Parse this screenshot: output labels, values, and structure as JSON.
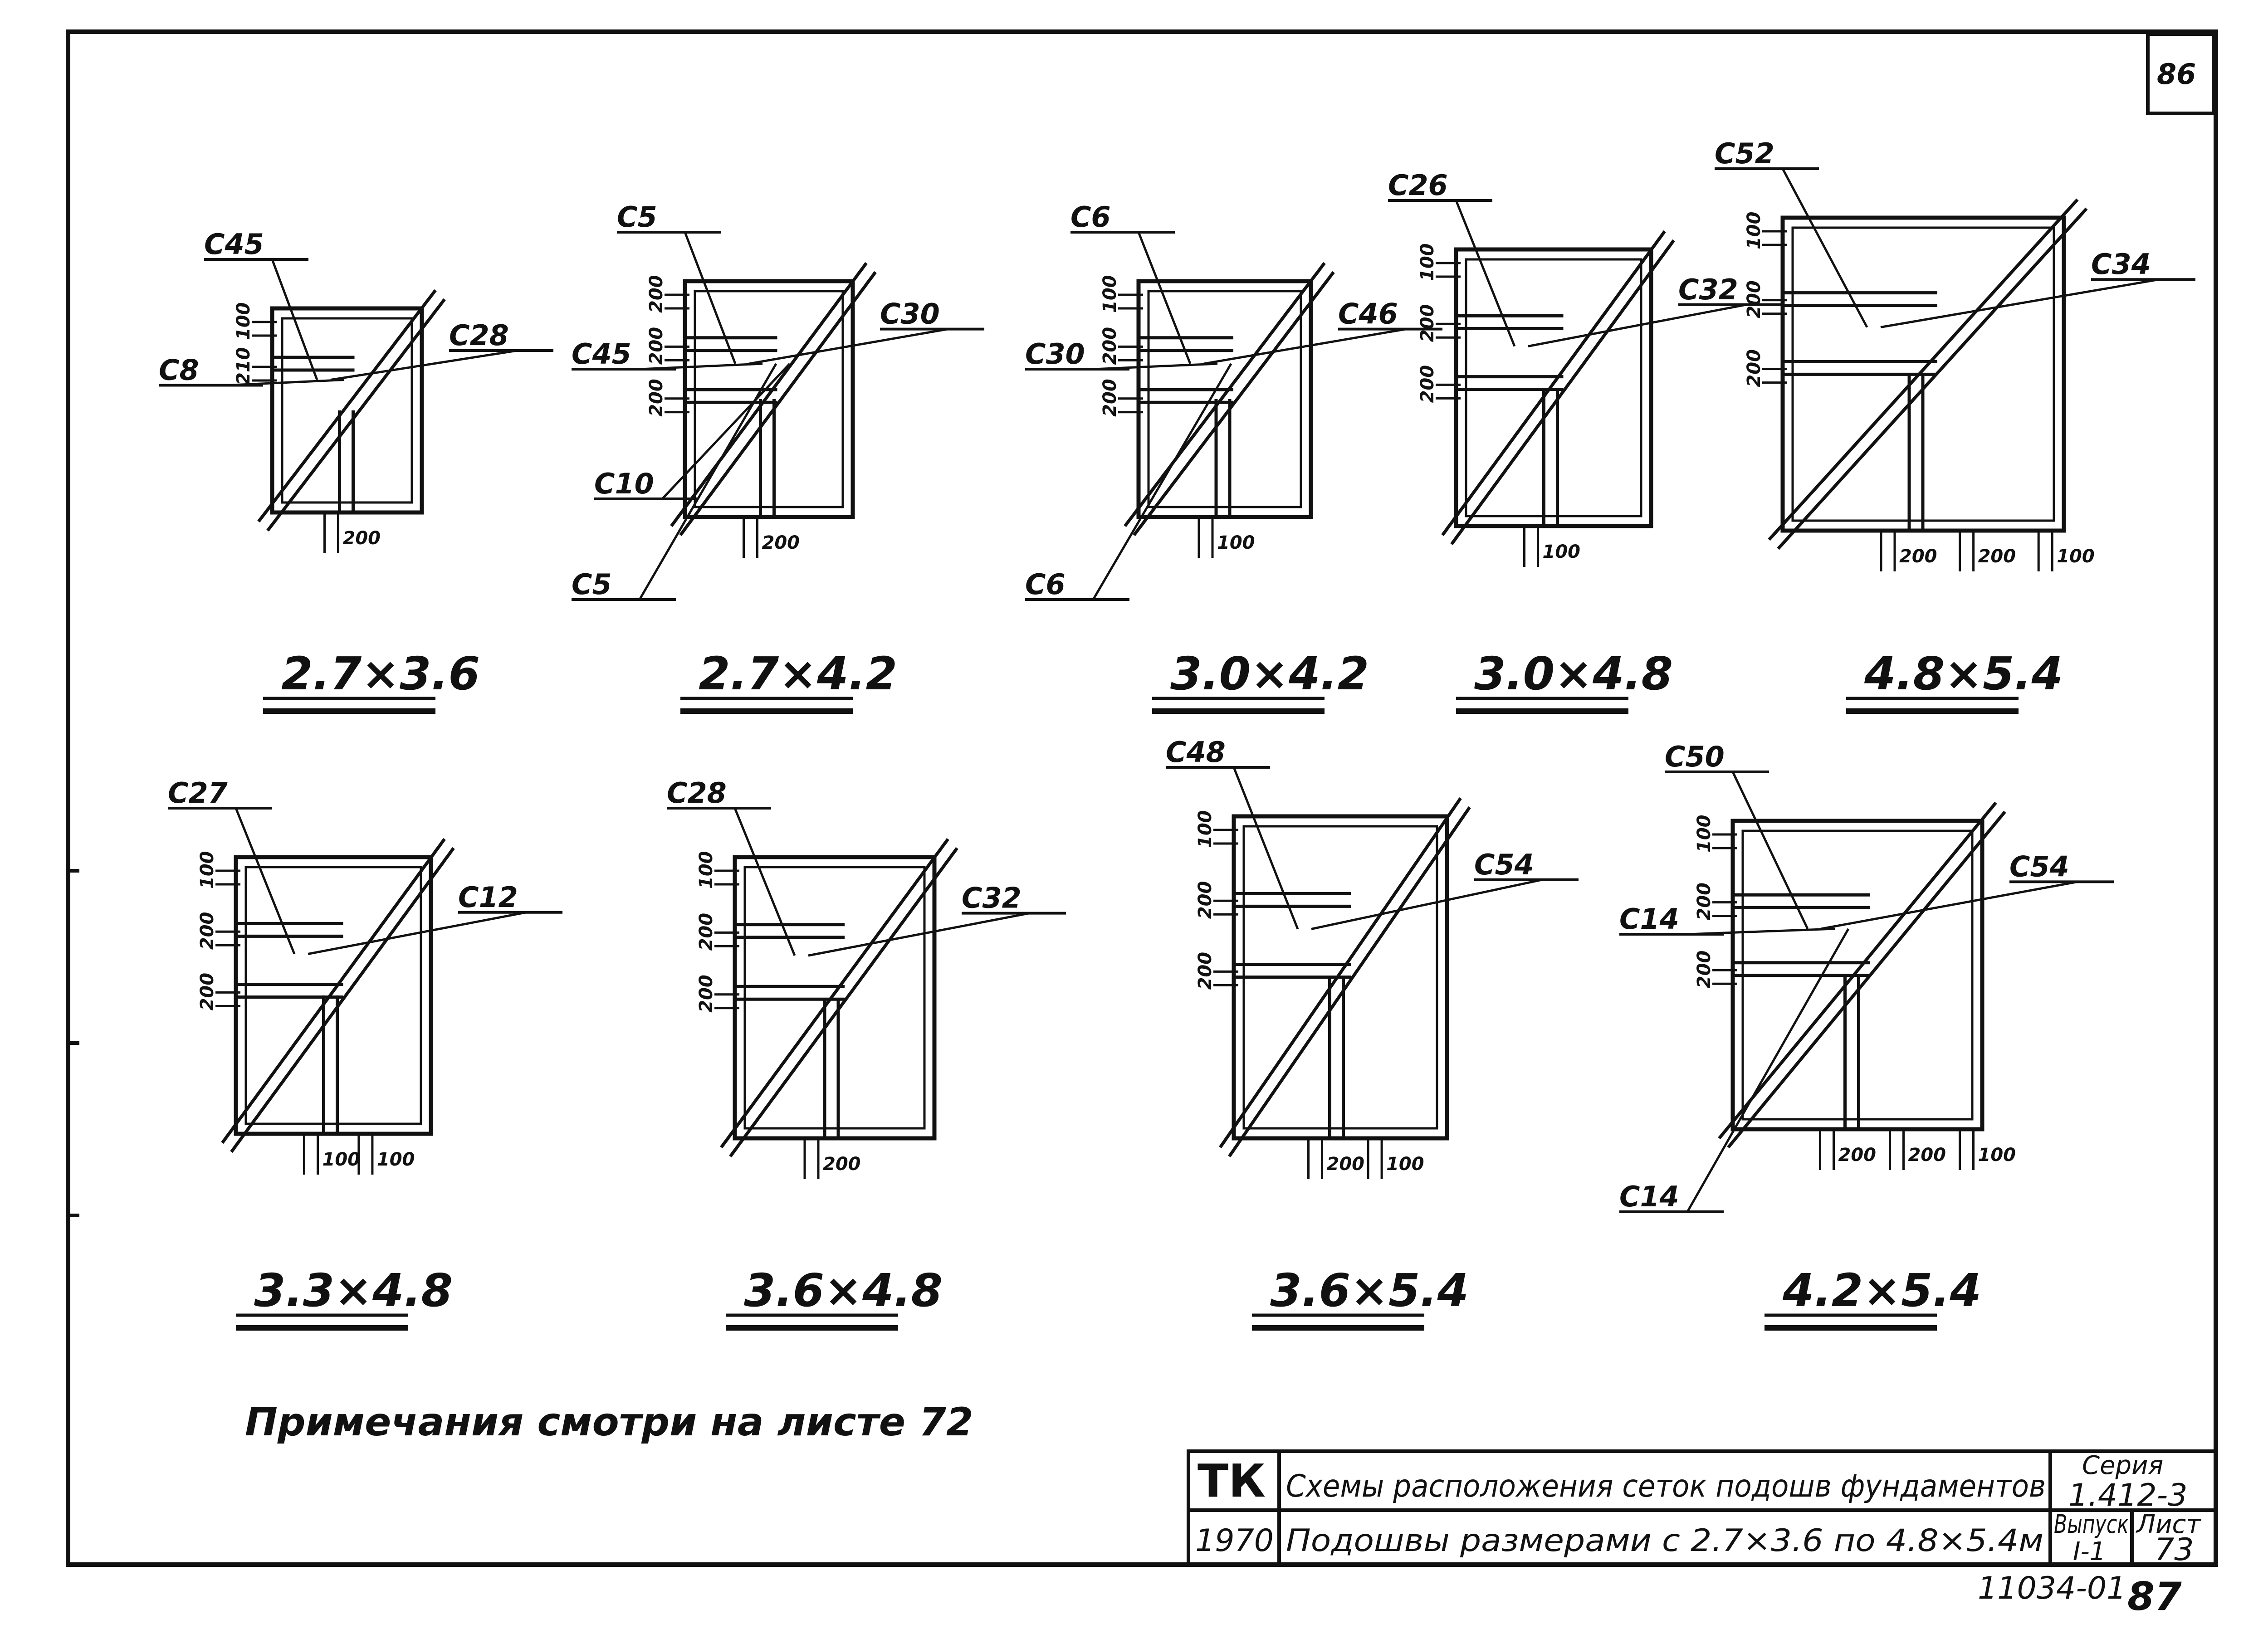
{
  "sheet": {
    "corner_number": "86",
    "note": "Примечания  смотри  на   листе  72",
    "bottom_code": "11034-01",
    "bottom_page": "87"
  },
  "title_block": {
    "org": "ТК",
    "year": "1970",
    "title_line1": "Схемы расположения сеток подошв фундаментов",
    "title_line2": "Подошвы размерами с 2.7×3.6 по 4.8×5.4м",
    "series_label": "Серия",
    "series_value": "1.412-3",
    "issue_label": "Выпуск",
    "issue_value": "I-1",
    "sheet_label": "Лист",
    "sheet_value": "73"
  },
  "diagrams": [
    {
      "caption": "2.7×3.6",
      "labels": [
        "С45",
        "С28",
        "С8"
      ],
      "dims_vertical": [
        "100",
        "210"
      ],
      "dims_horizontal": [
        "200"
      ]
    },
    {
      "caption": "2.7×4.2",
      "labels": [
        "С5",
        "С30",
        "С45",
        "С5",
        "С10"
      ],
      "dims_vertical": [
        "200",
        "200",
        "200"
      ],
      "dims_horizontal": [
        "200"
      ]
    },
    {
      "caption": "3.0×4.2",
      "labels": [
        "С6",
        "С46",
        "С30",
        "С6"
      ],
      "dims_vertical": [
        "100",
        "200",
        "200"
      ],
      "dims_horizontal": [
        "100"
      ]
    },
    {
      "caption": "3.0×4.8",
      "labels": [
        "С26",
        "С32"
      ],
      "dims_vertical": [
        "100",
        "200",
        "200"
      ],
      "dims_horizontal": [
        "100"
      ]
    },
    {
      "caption": "4.8×5.4",
      "labels": [
        "С52",
        "С34"
      ],
      "dims_vertical": [
        "100",
        "200",
        "200"
      ],
      "dims_horizontal": [
        "200",
        "200",
        "100"
      ]
    },
    {
      "caption": "3.3×4.8",
      "labels": [
        "С27",
        "С12"
      ],
      "dims_vertical": [
        "100",
        "200",
        "200"
      ],
      "dims_horizontal": [
        "100",
        "100"
      ]
    },
    {
      "caption": "3.6×4.8",
      "labels": [
        "С28",
        "С32"
      ],
      "dims_vertical": [
        "100",
        "200",
        "200"
      ],
      "dims_horizontal": [
        "200"
      ]
    },
    {
      "caption": "3.6×5.4",
      "labels": [
        "С48",
        "С54"
      ],
      "dims_vertical": [
        "100",
        "200",
        "200"
      ],
      "dims_horizontal": [
        "200",
        "100"
      ]
    },
    {
      "caption": "4.2×5.4",
      "labels": [
        "С50",
        "С54",
        "С14",
        "С14"
      ],
      "dims_vertical": [
        "100",
        "200",
        "200"
      ],
      "dims_horizontal": [
        "200",
        "200",
        "100"
      ]
    }
  ]
}
